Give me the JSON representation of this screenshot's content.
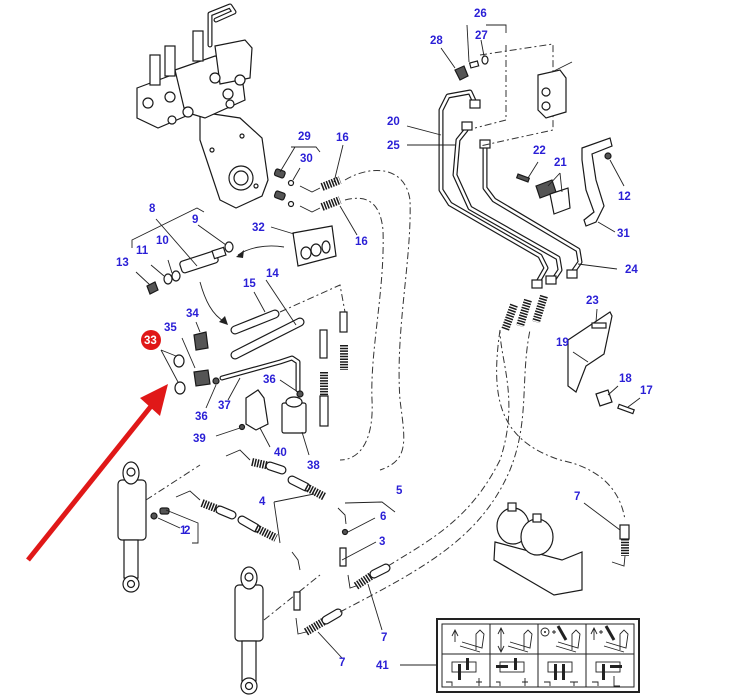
{
  "diagram": {
    "title": "Hydraulic control valve and lift cylinder circuit – exploded parts view",
    "label_color": "#2a1fd6",
    "highlight_color": "#e01818",
    "arrow_color": "#e01818",
    "highlighted_part": "33",
    "callouts": [
      {
        "id": "c1",
        "text": "1"
      },
      {
        "id": "c2",
        "text": "2"
      },
      {
        "id": "c3",
        "text": "3"
      },
      {
        "id": "c4",
        "text": "4"
      },
      {
        "id": "c5",
        "text": "5"
      },
      {
        "id": "c6",
        "text": "6"
      },
      {
        "id": "c7a",
        "text": "7"
      },
      {
        "id": "c7b",
        "text": "7"
      },
      {
        "id": "c7c",
        "text": "7"
      },
      {
        "id": "c8",
        "text": "8"
      },
      {
        "id": "c9",
        "text": "9"
      },
      {
        "id": "c10",
        "text": "10"
      },
      {
        "id": "c11",
        "text": "11"
      },
      {
        "id": "c12",
        "text": "12"
      },
      {
        "id": "c13",
        "text": "13"
      },
      {
        "id": "c14",
        "text": "14"
      },
      {
        "id": "c15",
        "text": "15"
      },
      {
        "id": "c16a",
        "text": "16"
      },
      {
        "id": "c16b",
        "text": "16"
      },
      {
        "id": "c17",
        "text": "17"
      },
      {
        "id": "c18",
        "text": "18"
      },
      {
        "id": "c19",
        "text": "19"
      },
      {
        "id": "c20",
        "text": "20"
      },
      {
        "id": "c21",
        "text": "21"
      },
      {
        "id": "c22",
        "text": "22"
      },
      {
        "id": "c23",
        "text": "23"
      },
      {
        "id": "c24",
        "text": "24"
      },
      {
        "id": "c25",
        "text": "25"
      },
      {
        "id": "c26",
        "text": "26"
      },
      {
        "id": "c27",
        "text": "27"
      },
      {
        "id": "c28",
        "text": "28"
      },
      {
        "id": "c29",
        "text": "29"
      },
      {
        "id": "c30",
        "text": "30"
      },
      {
        "id": "c31",
        "text": "31"
      },
      {
        "id": "c32",
        "text": "32"
      },
      {
        "id": "c33",
        "text": "33"
      },
      {
        "id": "c34",
        "text": "34"
      },
      {
        "id": "c35",
        "text": "35"
      },
      {
        "id": "c36a",
        "text": "36"
      },
      {
        "id": "c36b",
        "text": "36"
      },
      {
        "id": "c37",
        "text": "37"
      },
      {
        "id": "c38",
        "text": "38"
      },
      {
        "id": "c39",
        "text": "39"
      },
      {
        "id": "c40",
        "text": "40"
      },
      {
        "id": "c41",
        "text": "41"
      }
    ],
    "legend_decal": {
      "part": "41",
      "top_row_symbols": [
        "arrow-up",
        "arrow-up-down",
        "circle-dot-plus-tool",
        "arrow-up-plus-tool"
      ],
      "bottom_row_symbols": [
        "valve-position-1",
        "valve-position-2",
        "valve-position-3",
        "valve-position-4"
      ]
    }
  }
}
